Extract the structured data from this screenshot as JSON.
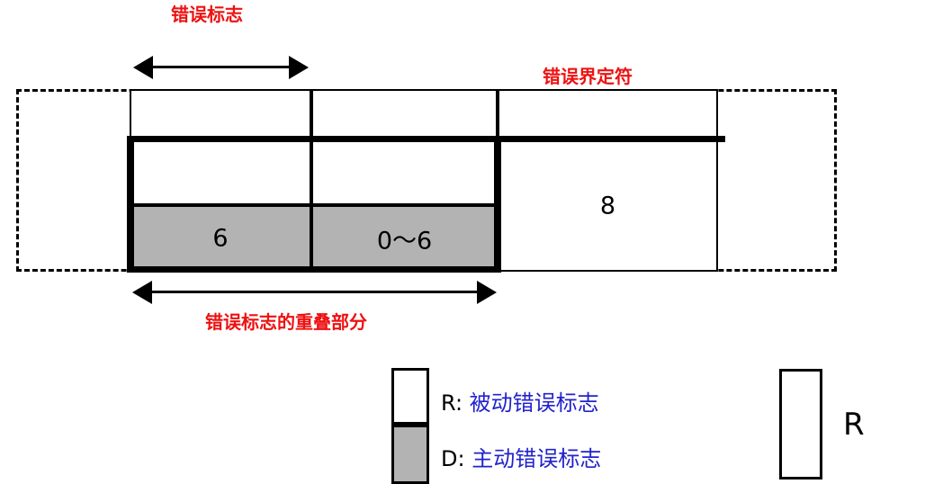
{
  "diagram": {
    "title_labels": {
      "error_flag": "错误标志",
      "error_delimiter": "错误界定符",
      "overlap": "错误标志的重叠部分"
    },
    "cells": {
      "active_left": "6",
      "active_right": "0～6",
      "delimiter": "8"
    },
    "legend": [
      {
        "key": "R:",
        "desc": "被动错误标志",
        "swatch": "white"
      },
      {
        "key": "D:",
        "desc": "主动错误标志",
        "swatch": "gray"
      }
    ],
    "sample": {
      "label": "R"
    },
    "colors": {
      "annotation_red": "#ee1111",
      "legend_blue": "#2222cc",
      "active_gray": "#b3b3b3",
      "line_black": "#000000"
    }
  }
}
